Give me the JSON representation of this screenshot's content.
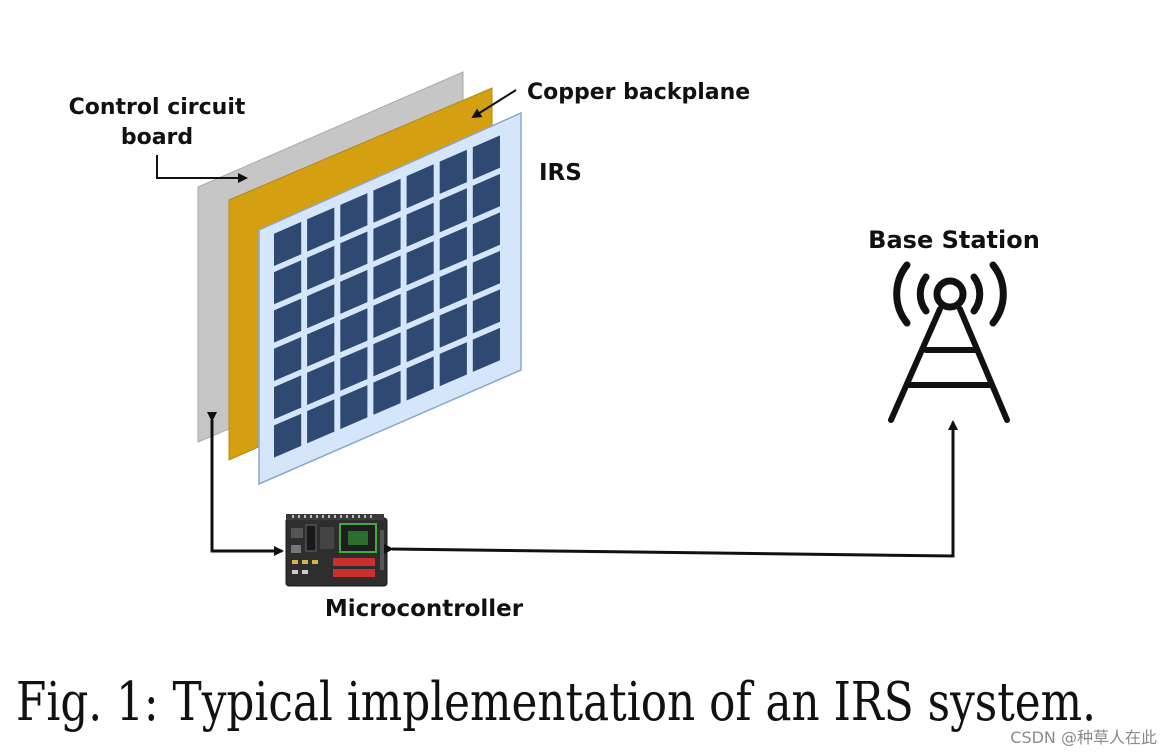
{
  "labels": {
    "control_circuit_board_line1": "Control circuit",
    "control_circuit_board_line2": "board",
    "copper_backplane": "Copper backplane",
    "irs": "IRS",
    "base_station": "Base Station",
    "microcontroller": "Microcontroller"
  },
  "caption": "Fig. 1: Typical implementation of an IRS system.",
  "watermark": "CSDN @种草人在此",
  "irs_grid": {
    "rows": 6,
    "cols": 7
  },
  "colors": {
    "control_board": "#c6c6c6",
    "copper_backplane": "#d4a012",
    "irs_panel": "#d6e6fa",
    "irs_panel_border": "#8aa6cc",
    "irs_element": "#2e4a73",
    "arrow": "#111111",
    "tower": "#111111"
  }
}
